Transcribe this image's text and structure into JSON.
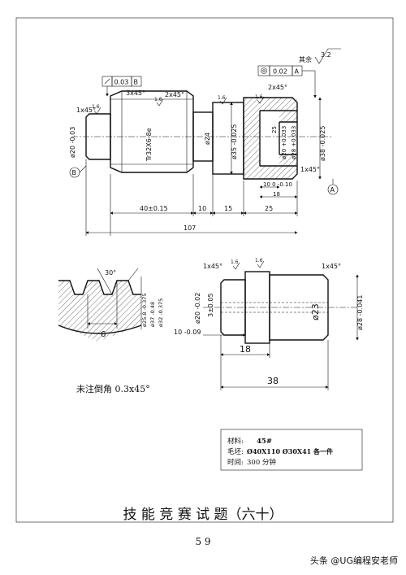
{
  "drawing": {
    "roughness_top": "3.2",
    "roughness_other": "其余",
    "position_tol": "0.02",
    "datum_a_ref": "A",
    "runout_tol": "0.03",
    "datum_b_ref": "B",
    "datum_a": "A",
    "datum_b": "B",
    "shaft1": {
      "chamfer_left": "1x45°",
      "chamfer_thread": "3x45°",
      "chamfer_mid": "2x45°",
      "chamfer_right": "2x45°",
      "chamfer_bottom_right": "1x45°",
      "ra1": "1.6",
      "ra2": "1.6",
      "ra3": "1.6",
      "ra4": "1.6",
      "d20": "ø20 -0.03",
      "thread": "Tr32X6-8e",
      "d24": "ø24",
      "d35": "ø35 -0.025",
      "d20_bore": "ø20 +0.033",
      "d28_bore": "ø28 +0.033",
      "d38": "ø38 -0.025",
      "c25": "25",
      "l40": "40±0.15",
      "l10": "10",
      "l15": "15",
      "l25": "25",
      "l107": "107",
      "l10b": "10 0 -0.10",
      "l18": "18"
    },
    "profile": {
      "angle": "30°",
      "d25": "ø25.8 -0.375",
      "d37": "ø37 -0.48",
      "d32": "ø32 -0.375",
      "pitch": "6"
    },
    "shaft2": {
      "chamfer_left": "1x45°",
      "chamfer_right": "1x45°",
      "ra1": "1.6",
      "ra2": "1.6",
      "d20": "ø20 -0.02",
      "d3": "3±0.05",
      "d23": "ø23",
      "d28": "ø28 -0.041",
      "l10": "10 -0.09",
      "l18": "18",
      "l38": "38"
    },
    "note": "未注倒角 0.3x45°"
  },
  "spec": {
    "material_label": "材料:",
    "material_value": "45#",
    "blank_label": "毛坯:",
    "blank_value": "Ø40X110  Ø30X41 各一件",
    "time_label": "时间:",
    "time_value": "300 分钟"
  },
  "title": "技 能 竞 赛 试 题（六十）",
  "page_number": "5 9",
  "watermark": "头条 @UG编程安老师"
}
